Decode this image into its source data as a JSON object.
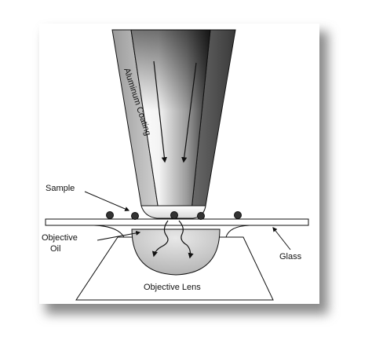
{
  "labels": {
    "coating": "Aluminum Coating",
    "sample": "Sample",
    "objective_oil_line1": "Objective",
    "objective_oil_line2": "Oil",
    "glass": "Glass",
    "objective_lens": "Objective Lens"
  },
  "colors": {
    "ink": "#111111",
    "card": "#ffffff",
    "shadow": "#8a8a8a",
    "coating_light": "#c8c8c8",
    "coating_dark": "#5a5a5a",
    "lens_fill": "#cfcfcf"
  }
}
